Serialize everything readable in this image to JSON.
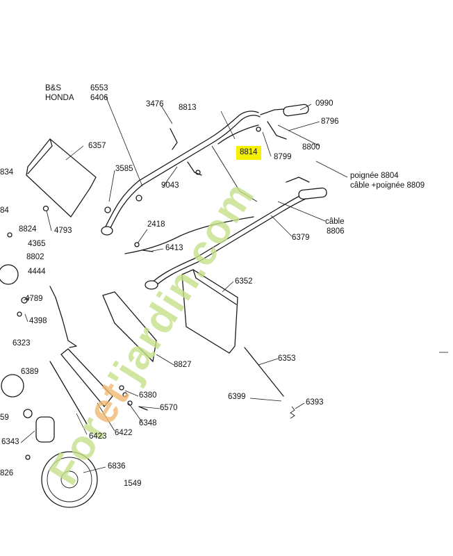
{
  "diagram": {
    "engine_labels": [
      "B&S",
      "HONDA"
    ],
    "engine_part_numbers": [
      "6553",
      "6406"
    ],
    "highlight_color": "#f5f000",
    "parts": {
      "p3476": "3476",
      "p8813": "8813",
      "p0990": "0990",
      "p8796": "8796",
      "p6357": "6357",
      "p8814": "8814",
      "p8799": "8799",
      "p8800": "8800",
      "p3585": "3585",
      "p9043": "9043",
      "p4793": "4793",
      "p8824": "8824",
      "p2418": "2418",
      "p4365": "4365",
      "p6413": "6413",
      "p6379": "6379",
      "p8802": "8802",
      "p4444": "4444",
      "p6352": "6352",
      "p4789": "4789",
      "p4398": "4398",
      "p6323": "6323",
      "p8827": "8827",
      "p6353": "6353",
      "p6389": "6389",
      "p6380": "6380",
      "p6570": "6570",
      "p6399": "6399",
      "p6393": "6393",
      "p6348": "6348",
      "p6423": "6423",
      "p6422": "6422",
      "p6343": "6343",
      "p6836": "6836",
      "p834_cut": "834",
      "p84_cut": "84",
      "p59_cut": "59",
      "p826_cut": "826",
      "p1549_cut": "1549"
    },
    "notes": {
      "handle_line1": "poignée 8804",
      "handle_line2": "câble +poignée 8809",
      "cable_line1": "câble",
      "cable_line2": "8806"
    },
    "watermark": {
      "part1": "For",
      "part2": "et",
      "part3": "'jardin.com"
    }
  }
}
